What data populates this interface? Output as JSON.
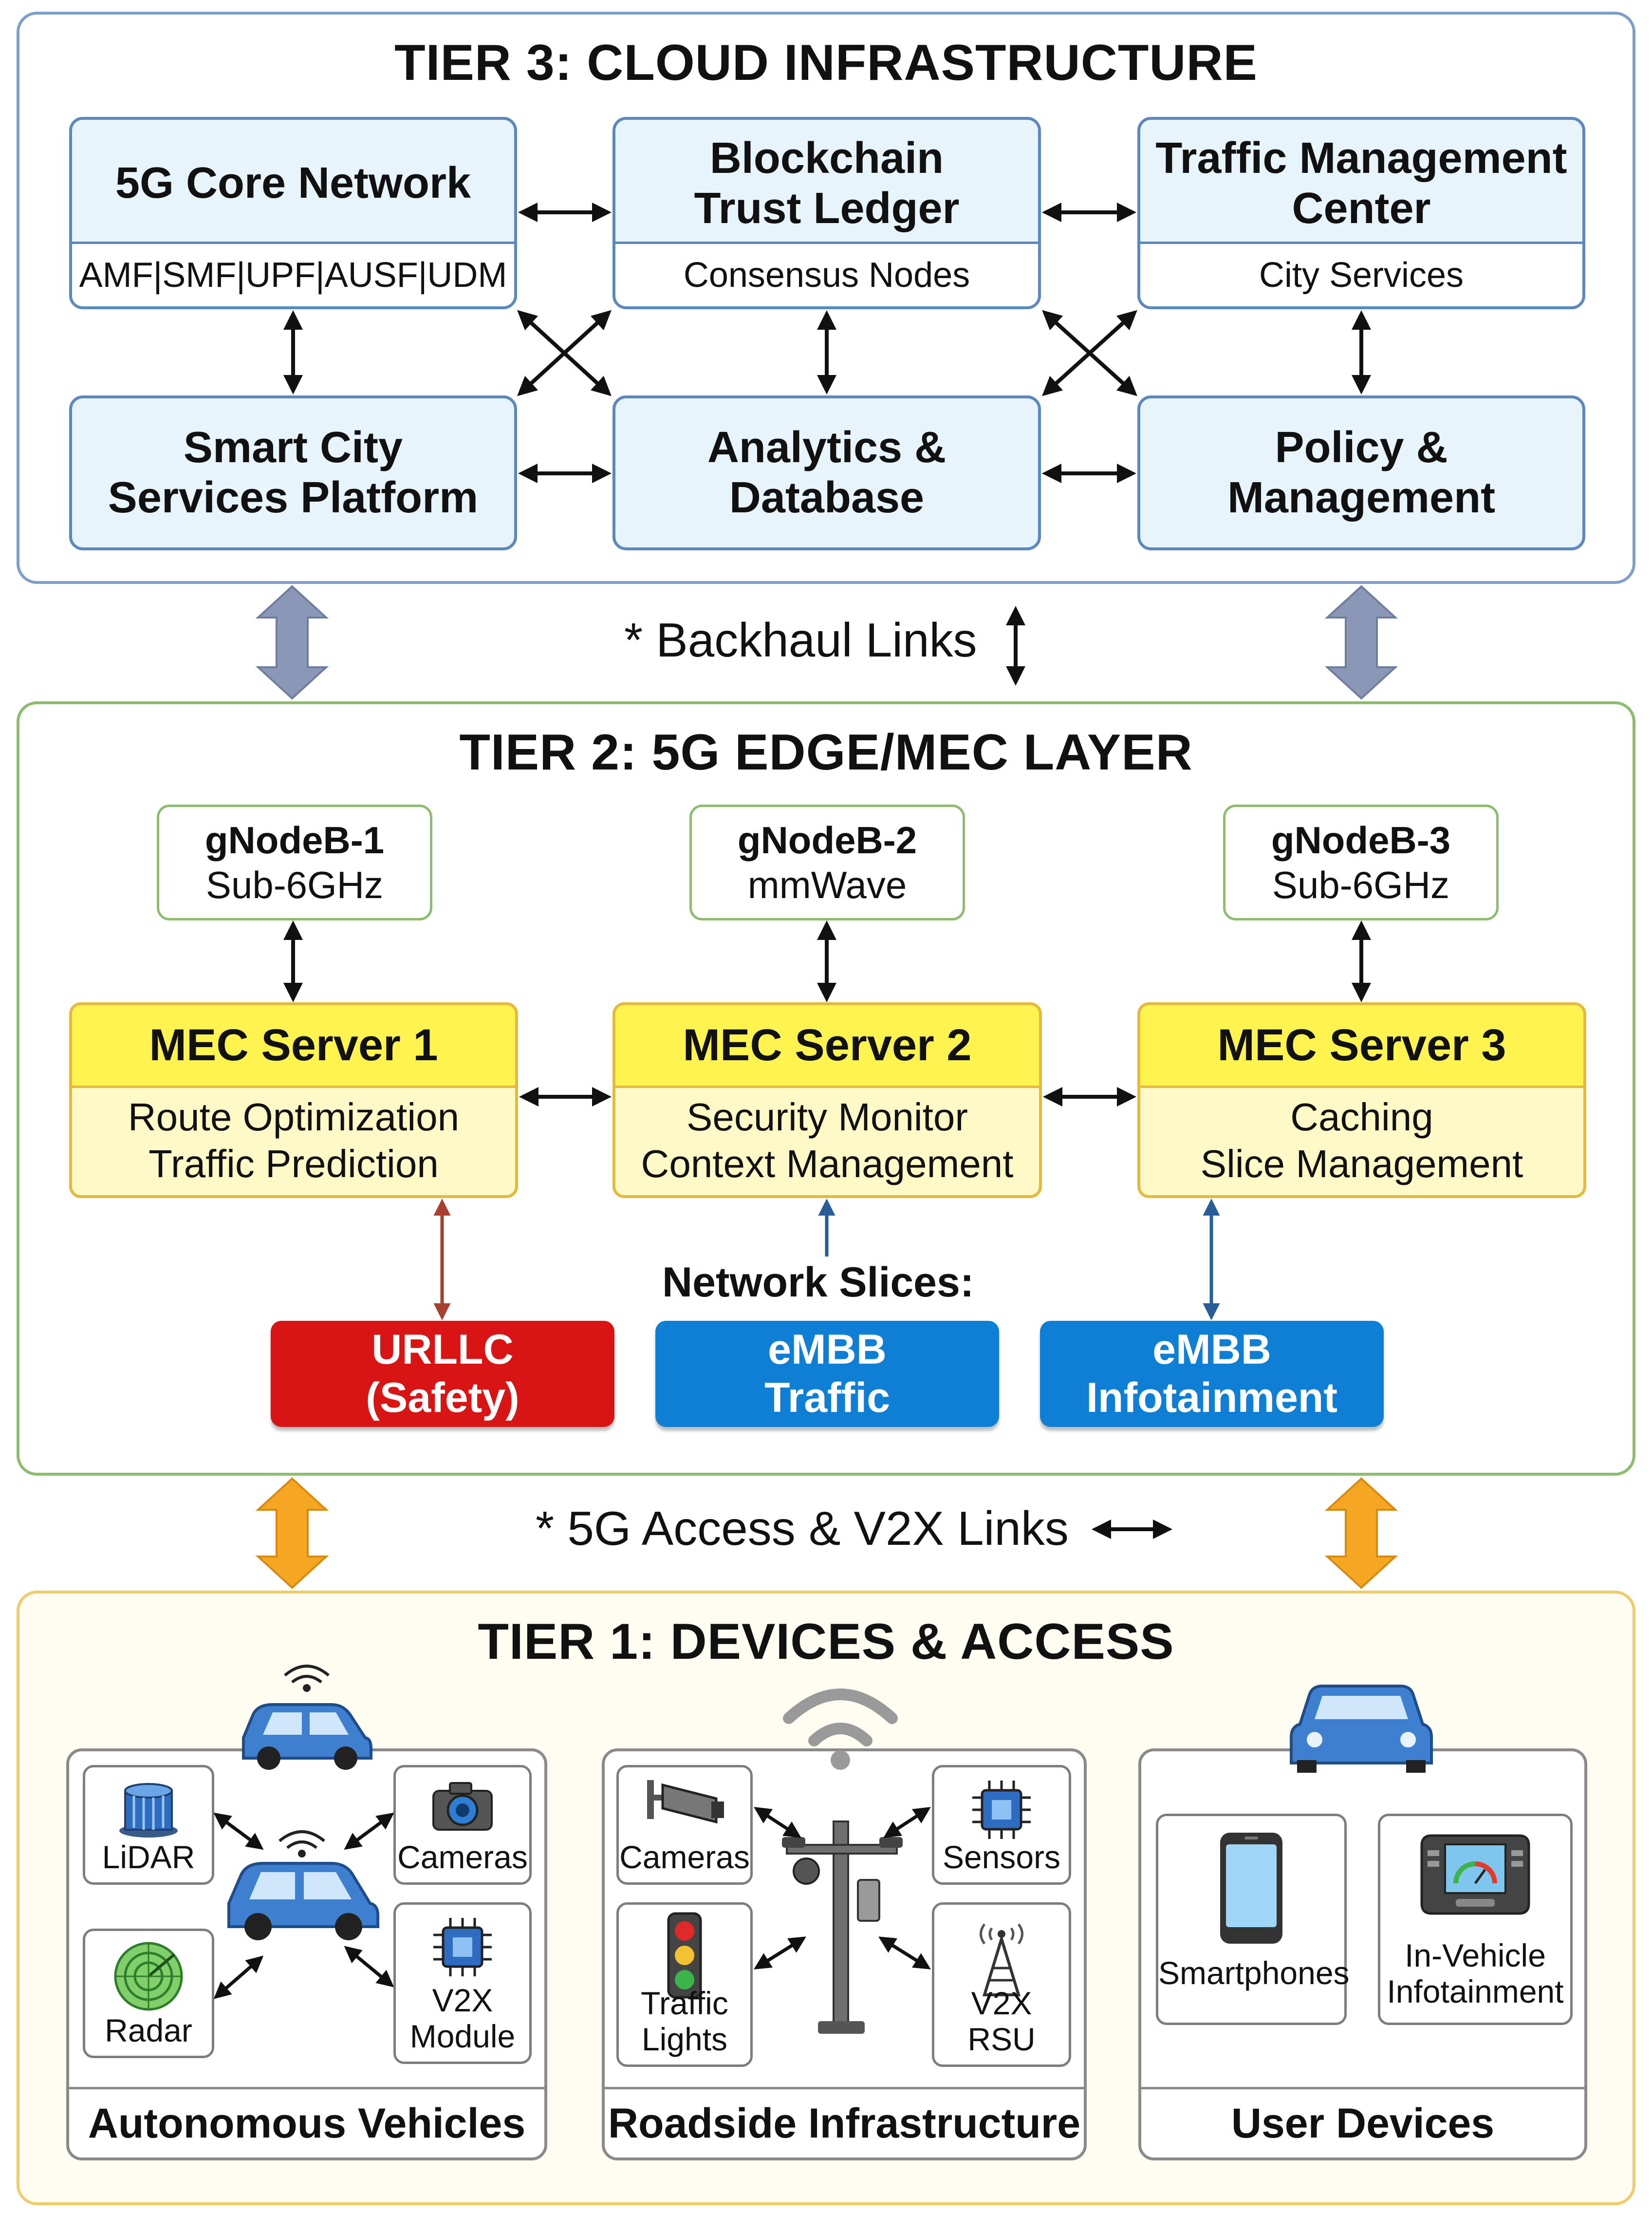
{
  "tier3": {
    "title": "TIER 3: CLOUD INFRASTRUCTURE",
    "core": {
      "title": "5G Core Network",
      "sub": "AMF|SMF|UPF|AUSF|UDM"
    },
    "blockchain": {
      "line1": "Blockchain",
      "line2": "Trust Ledger",
      "sub": "Consensus Nodes"
    },
    "traffic_center": {
      "line1": "Traffic Management",
      "line2": "Center",
      "sub": "City Services"
    },
    "smart_city": {
      "line1": "Smart City",
      "line2": "Services Platform"
    },
    "analytics": {
      "line1": "Analytics &",
      "line2": "Database"
    },
    "policy": {
      "line1": "Policy &",
      "line2": "Management"
    }
  },
  "backhaul_label": "* Backhaul Links",
  "tier2": {
    "title": "TIER 2: 5G EDGE/MEC LAYER",
    "gnodes": [
      {
        "name": "gNodeB-1",
        "band": "Sub-6GHz"
      },
      {
        "name": "gNodeB-2",
        "band": "mmWave"
      },
      {
        "name": "gNodeB-3",
        "band": "Sub-6GHz"
      }
    ],
    "mec": [
      {
        "name": "MEC Server 1",
        "line1": "Route Optimization",
        "line2": "Traffic Prediction"
      },
      {
        "name": "MEC Server 2",
        "line1": "Security Monitor",
        "line2": "Context Management"
      },
      {
        "name": "MEC Server 3",
        "line1": "Caching",
        "line2": "Slice Management"
      }
    ],
    "slices_label": "Network Slices:",
    "slices": [
      {
        "line1": "URLLC",
        "line2": "(Safety)",
        "color": "#d81414"
      },
      {
        "line1": "eMBB",
        "line2": "Traffic",
        "color": "#0f7fd6"
      },
      {
        "line1": "eMBB",
        "line2": "Infotainment",
        "color": "#0f7fd6"
      }
    ]
  },
  "access_label": "* 5G Access & V2X Links",
  "tier1": {
    "title": "TIER 1: DEVICES & ACCESS",
    "autonomous": {
      "footer": "Autonomous Vehicles",
      "lidar": "LiDAR",
      "cameras": "Cameras",
      "radar": "Radar",
      "v2x_line1": "V2X",
      "v2x_line2": "Module"
    },
    "roadside": {
      "footer": "Roadside Infrastructure",
      "cameras": "Cameras",
      "sensors": "Sensors",
      "lights_line1": "Traffic",
      "lights_line2": "Lights",
      "rsu_line1": "V2X",
      "rsu_line2": "RSU"
    },
    "user": {
      "footer": "User Devices",
      "smartphones": "Smartphones",
      "infotainment_line1": "In-Vehicle",
      "infotainment_line2": "Infotainment"
    }
  },
  "colors": {
    "cloud_border": "#7e9ecb",
    "edge_border": "#8cbc6e",
    "device_border": "#f0cb6a",
    "backhaul_arrow": "#8a97b6",
    "access_arrow": "#f5a623",
    "mec_header": "#fff350",
    "urllc": "#d81414",
    "embb": "#0f7fd6"
  }
}
